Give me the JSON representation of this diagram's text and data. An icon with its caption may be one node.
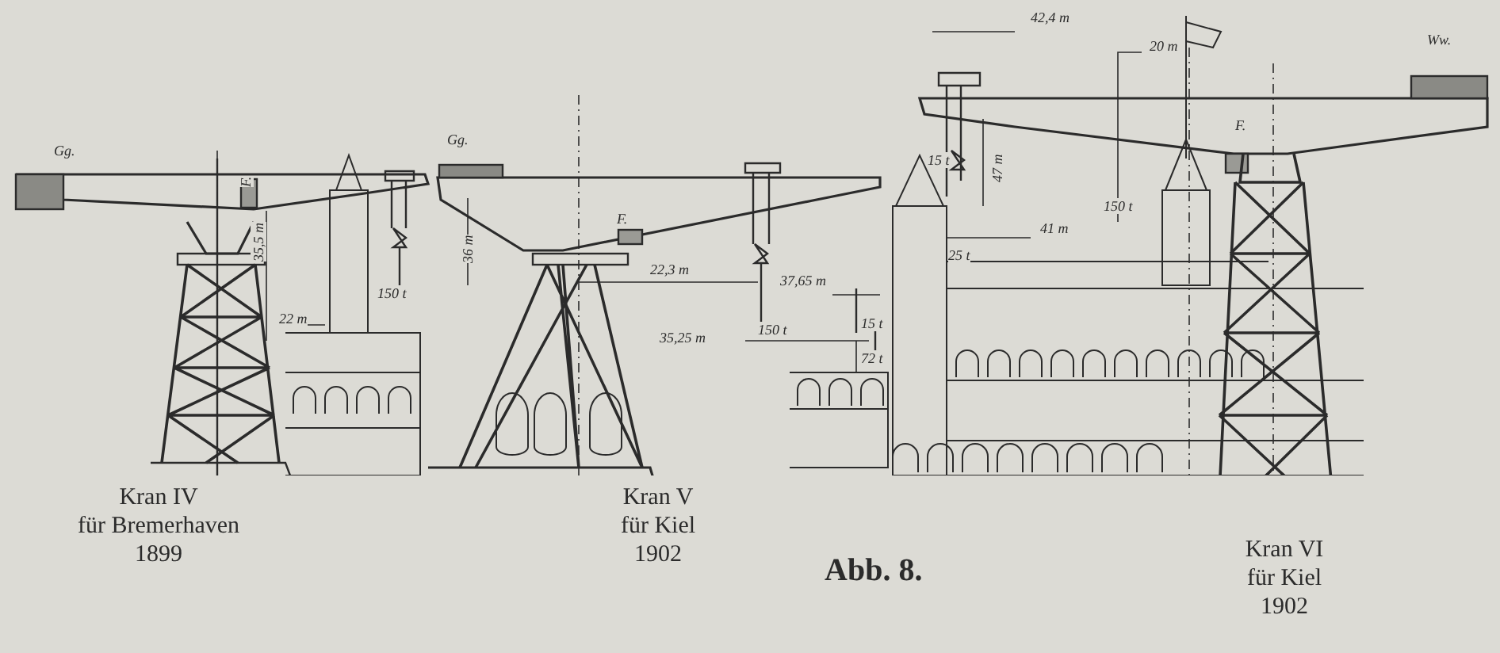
{
  "diagram": {
    "caption": "Abb. 8.",
    "labels": [
      "Gg.",
      "F.",
      "35,5 m",
      "22 m",
      "150 t",
      "Kran IV",
      "für Bremerhaven",
      "1899",
      "Gg.",
      "F.",
      "36 m",
      "22,3 m",
      "150 t",
      "37,65 m",
      "15 t",
      "35,25 m",
      "72 t",
      "Kran V",
      "für Kiel",
      "1902",
      "42,4 m",
      "20 m",
      "Ww.",
      "F.",
      "15 t",
      "47 m",
      "150 t",
      "41 m",
      "25 t",
      "Kran VI",
      "für Kiel",
      "1902"
    ]
  }
}
